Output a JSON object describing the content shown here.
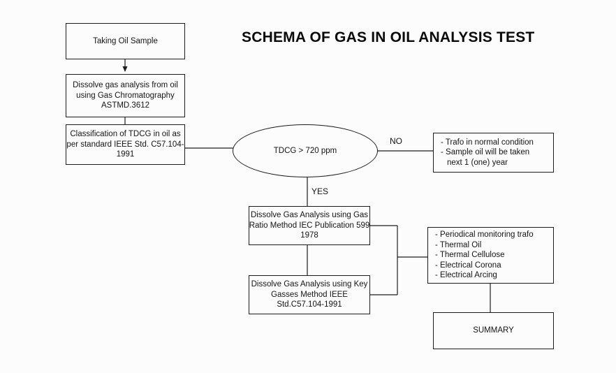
{
  "title": "SCHEMA OF GAS IN OIL ANALYSIS TEST",
  "edge_labels": {
    "no": "NO",
    "yes": "YES"
  },
  "nodes": {
    "taking_oil_sample": {
      "lines": [
        "Taking Oil Sample"
      ]
    },
    "gas_chromatography": {
      "lines": [
        "Dissolve gas analysis from oil",
        "using Gas Chromatography",
        "ASTMD.3612"
      ]
    },
    "classification_tdcg": {
      "lines": [
        "Classification of TDCG in oil as",
        "per standard IEEE Std. C57.104-",
        "1991"
      ]
    },
    "tdcg_decision": {
      "lines": [
        "TDCG > 720 ppm"
      ]
    },
    "normal_condition": {
      "lines": [
        "- Trafo in normal condition",
        "- Sample oil will be taken",
        "next 1 (one) year"
      ]
    },
    "gas_ratio_method": {
      "lines": [
        "Dissolve Gas Analysis using Gas",
        "Ratio Method IEC Publication 599",
        "1978"
      ]
    },
    "key_gasses_method": {
      "lines": [
        "Dissolve Gas Analysis using Key",
        "Gasses Method IEEE",
        "Std.C57.104-1991"
      ]
    },
    "analysis_results": {
      "lines": [
        "- Periodical monitoring trafo",
        "- Thermal Oil",
        "- Thermal Cellulose",
        "- Electrical Corona",
        "- Electrical Arcing"
      ]
    },
    "summary": {
      "lines": [
        "SUMMARY"
      ]
    }
  }
}
